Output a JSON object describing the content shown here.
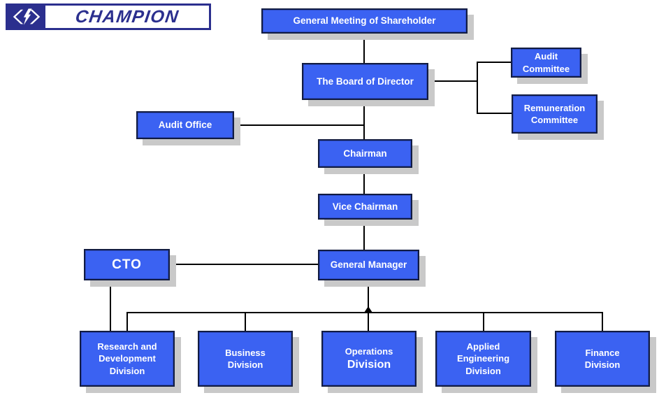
{
  "logo": {
    "text": "CHAMPION",
    "icon": "code-bolt-icon",
    "brand_color": "#2b2f8e"
  },
  "colors": {
    "node_fill": "#3b62f2",
    "node_border": "#121c42",
    "node_text": "#ffffff",
    "drop_shadow": "#c9c9c9",
    "connector": "#000000",
    "background": "#ffffff"
  },
  "nodes": {
    "general_meeting": {
      "lines": [
        "General Meeting of Shareholder"
      ]
    },
    "board": {
      "lines": [
        "The Board of Director"
      ]
    },
    "audit_committee": {
      "lines": [
        "Audit",
        "Committee"
      ]
    },
    "remuneration_committee": {
      "lines": [
        "Remuneration",
        "Committee"
      ]
    },
    "audit_office": {
      "lines": [
        "Audit Office"
      ]
    },
    "chairman": {
      "lines": [
        "Chairman"
      ]
    },
    "vice_chairman": {
      "lines": [
        "Vice Chairman"
      ]
    },
    "cto": {
      "lines": [
        "CTO"
      ]
    },
    "general_manager": {
      "lines": [
        "General Manager"
      ]
    },
    "rd_division": {
      "lines": [
        "Research and",
        "Development",
        "Division"
      ]
    },
    "business_division": {
      "lines": [
        "Business",
        "Division"
      ]
    },
    "operations_division": {
      "lines": [
        "Operations",
        "Division"
      ]
    },
    "applied_engineering_division": {
      "lines": [
        "Applied",
        "Engineering",
        "Division"
      ]
    },
    "finance_division": {
      "lines": [
        "Finance",
        "Division"
      ]
    }
  },
  "relationships": [
    "General Meeting of Shareholder -> The Board of Director",
    "The Board of Director -> Audit Committee",
    "The Board of Director -> Remuneration Committee",
    "Audit Office - attached to Board/Chairman line",
    "The Board of Director -> Chairman",
    "Chairman -> Vice Chairman",
    "Vice Chairman -> General Manager",
    "CTO - General Manager (lateral)",
    "CTO -> Research and Development Division",
    "General Manager -> Research and Development Division",
    "General Manager -> Business Division",
    "General Manager -> Operations Division",
    "General Manager -> Applied Engineering Division",
    "General Manager -> Finance Division"
  ]
}
